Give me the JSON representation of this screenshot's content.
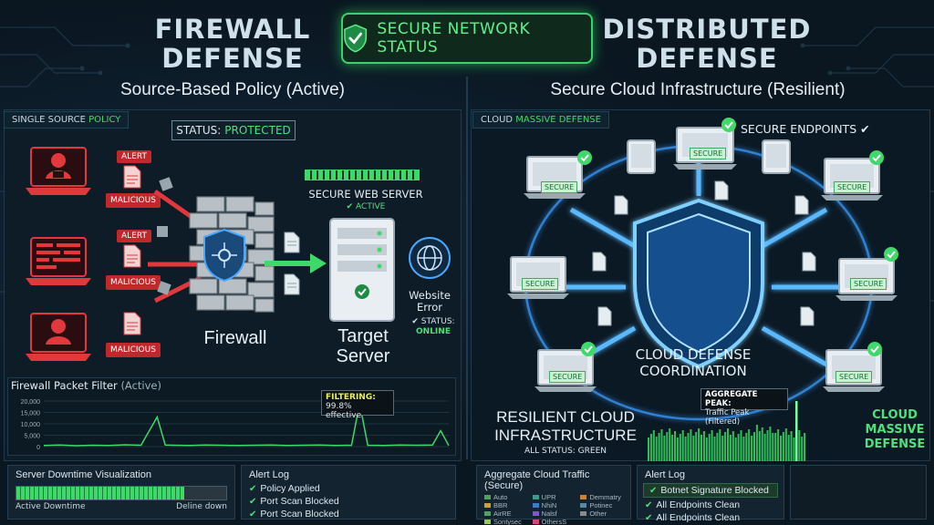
{
  "banner": {
    "label": "SECURE NETWORK STATUS"
  },
  "left": {
    "title_line1": "FIREWALL",
    "title_line2": "DEFENSE",
    "subtitle": "Source-Based Policy (Active)",
    "tag_prefix": "SINGLE SOURCE",
    "tag_suffix": "POLICY",
    "status_prefix": "STATUS:",
    "status_value": "PROTECTED",
    "alert_label": "ALERT",
    "malicious_label": "MALICIOUS",
    "firewall_label": "Firewall",
    "server_header": "SECURE WEB SERVER",
    "server_active": "✔ ACTIVE",
    "target_line1": "Target",
    "target_line2": "Server",
    "web_error_line1": "Website",
    "web_error_line2": "Error",
    "web_status_label": "✔ STATUS:",
    "web_status_value": "ONLINE"
  },
  "packet_filter": {
    "title": "Firewall Packet Filter",
    "title_suffix": "(Active)",
    "callout_title": "FILTERING:",
    "callout_value": "99.8% effective"
  },
  "chart_data": {
    "type": "line",
    "yticks": [
      "20,000",
      "15,000",
      "10,000",
      "5,000",
      "0"
    ],
    "ylim": [
      0,
      20000
    ],
    "x": [
      0,
      4,
      8,
      12,
      16,
      20,
      24,
      28,
      30,
      32,
      36,
      40,
      44,
      48,
      52,
      56,
      60,
      64,
      68,
      72,
      76,
      78,
      80,
      84,
      88,
      92,
      96,
      98,
      100
    ],
    "values": [
      500,
      700,
      400,
      600,
      500,
      800,
      600,
      13000,
      700,
      600,
      500,
      700,
      600,
      500,
      600,
      700,
      500,
      600,
      700,
      500,
      600,
      19000,
      600,
      500,
      700,
      600,
      700,
      7000,
      500
    ]
  },
  "downtime": {
    "title": "Server Downtime Visualization",
    "left_label": "Active Downtime",
    "right_label": "Deline down",
    "fill_fraction": 0.8
  },
  "alert_log_left": {
    "title": "Alert Log",
    "items": [
      "Policy Applied",
      "Port Scan Blocked",
      "Port Scan Blocked"
    ]
  },
  "right": {
    "title_line1": "DISTRIBUTED",
    "title_line2": "DEFENSE",
    "subtitle": "Secure Cloud Infrastructure (Resilient)",
    "tag_prefix": "CLOUD",
    "tag_suffix": "MASSIVE DEFENSE",
    "endpoints_label": "SECURE ENDPOINTS ✔",
    "secure_label": "SECURE",
    "coord_line1": "CLOUD DEFENSE",
    "coord_line2": "COORDINATION",
    "resilient_line1": "RESILIENT CLOUD",
    "resilient_line2": "INFRASTRUCTURE",
    "all_status": "ALL STATUS: GREEN",
    "peak_title": "AGGREGATE PEAK:",
    "peak_value": "Traffic Peak (Filtered)",
    "massive_line1": "CLOUD",
    "massive_line2": "MASSIVE",
    "massive_line3": "DEFENSE"
  },
  "aggregate_traffic": {
    "title": "Aggregate Cloud Traffic (Secure)",
    "legend": [
      {
        "name": "Auto",
        "color": "#4ea35a"
      },
      {
        "name": "UPR",
        "color": "#3f9a8a"
      },
      {
        "name": "Demmatry",
        "color": "#c9843a"
      },
      {
        "name": "BBR",
        "color": "#c9a23a"
      },
      {
        "name": "NhiN",
        "color": "#3f7ac9"
      },
      {
        "name": "Potinec",
        "color": "#5a8a9a"
      },
      {
        "name": "AirRE",
        "color": "#4ea35a"
      },
      {
        "name": "Nalsf",
        "color": "#7a5ac9"
      },
      {
        "name": "Other",
        "color": "#8a8a8a"
      },
      {
        "name": "Sontysec",
        "color": "#9ac94e"
      },
      {
        "name": "OthersS",
        "color": "#c94e7a"
      }
    ]
  },
  "alert_log_right": {
    "title": "Alert Log",
    "items": [
      "Botnet Signature Blocked",
      "All Endpoints Clean",
      "All Endpoints Clean"
    ]
  }
}
